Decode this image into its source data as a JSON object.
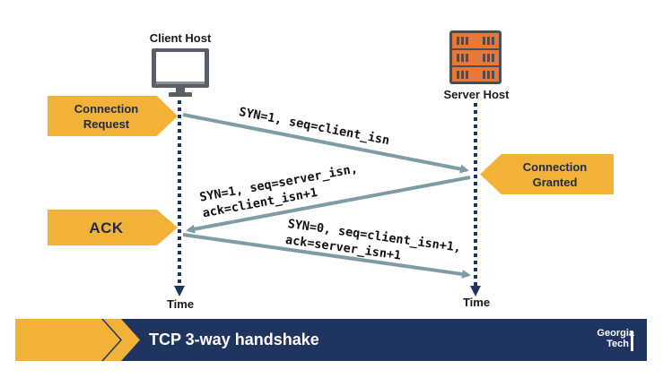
{
  "client": {
    "label": "Client Host",
    "time_label": "Time"
  },
  "server": {
    "label": "Server Host",
    "time_label": "Time"
  },
  "callouts": {
    "connection_request": [
      "Connection",
      "Request"
    ],
    "connection_granted": [
      "Connection",
      "Granted"
    ],
    "ack": "ACK"
  },
  "messages": {
    "syn": "SYN=1, seq=client_isn",
    "synack": [
      "SYN=1, seq=server_isn,",
      "ack=client_isn+1"
    ],
    "ack": [
      "SYN=0, seq=client_isn+1,",
      "ack=server_isn+1"
    ]
  },
  "footer": {
    "title": "TCP 3-way handshake",
    "logo_line1": "Georgia",
    "logo_line2": "Tech"
  },
  "colors": {
    "accent_gold": "#f2b137",
    "navy": "#1f3560",
    "arrow": "#7f9ba6",
    "server_orange": "#e8773a",
    "monitor_gray": "#5a5e66"
  }
}
